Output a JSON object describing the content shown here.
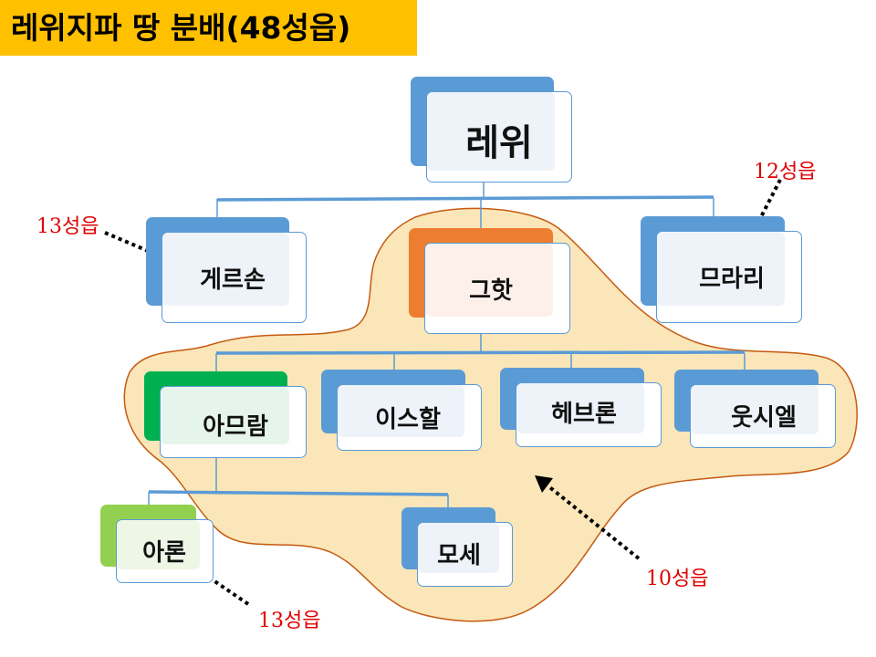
{
  "title": "레위지파 땅 분배(48성읍)",
  "nodes": {
    "levi": "레위",
    "gershon": "게르손",
    "kohath": "그핫",
    "merari": "므라리",
    "amram": "아므람",
    "izhar": "이스할",
    "hebron": "헤브론",
    "uzziel": "웃시엘",
    "aaron": "아론",
    "moses": "모세"
  },
  "annotations": {
    "gershon": "13성읍",
    "merari": "12성읍",
    "kohath": "10성읍",
    "aaron": "13성읍"
  },
  "colors": {
    "title_bg": "#ffc000",
    "blue": "#5b9bd5",
    "orange": "#ed7d31",
    "dark_green": "#00b050",
    "light_green": "#92d050",
    "region_fill": "#fae6b8",
    "region_stroke": "#c55a11",
    "note_red": "#e00000"
  }
}
